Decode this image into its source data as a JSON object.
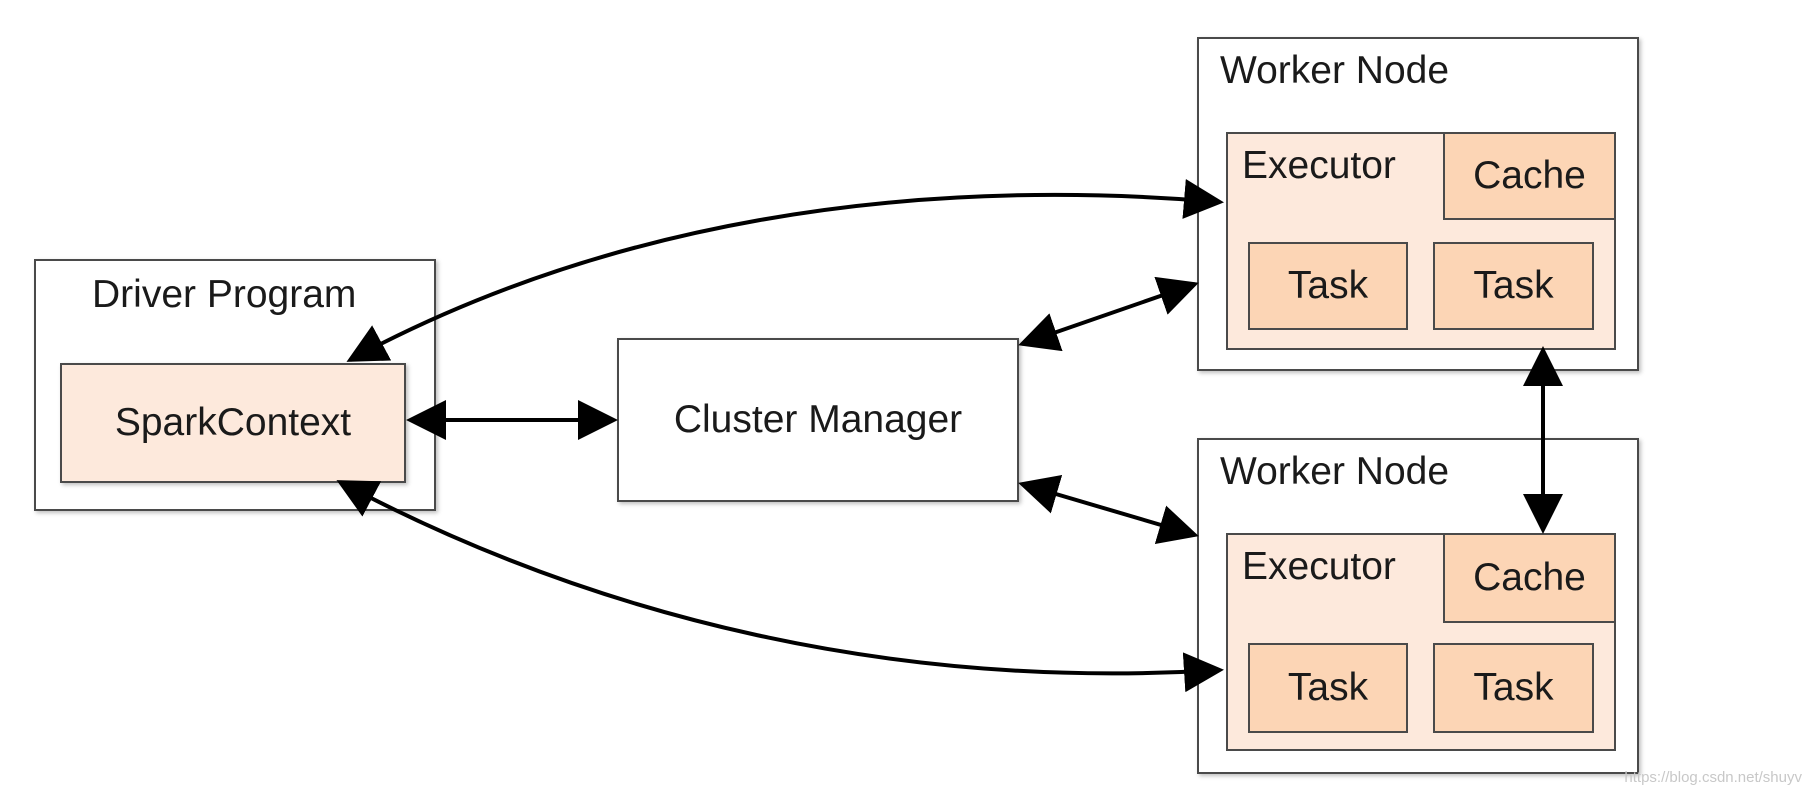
{
  "driver": {
    "title": "Driver Program",
    "context": "SparkContext"
  },
  "cluster_manager": {
    "label": "Cluster Manager"
  },
  "worker_nodes": [
    {
      "title": "Worker Node",
      "executor": "Executor",
      "cache": "Cache",
      "tasks": [
        "Task",
        "Task"
      ]
    },
    {
      "title": "Worker Node",
      "executor": "Executor",
      "cache": "Cache",
      "tasks": [
        "Task",
        "Task"
      ]
    }
  ],
  "watermark": "https://blog.csdn.net/shuyv",
  "colors": {
    "executor_fill": "#fde9dc",
    "task_fill": "#fcd5b5",
    "border": "#4a4a4a",
    "arrow": "#000000"
  }
}
